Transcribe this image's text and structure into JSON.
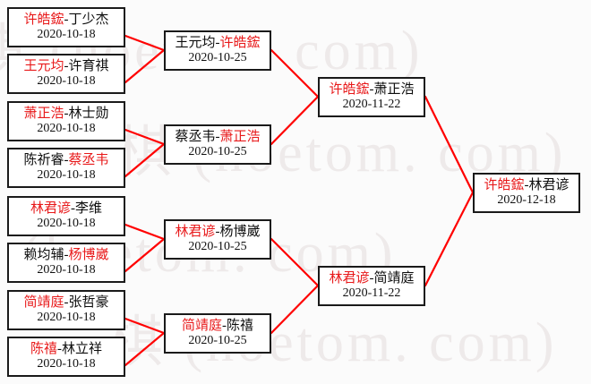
{
  "watermark": {
    "text": "棋 (hoetom. com)",
    "color": "#eeeaea"
  },
  "colors": {
    "winner": "#e8191a",
    "loser": "#0d0d0d",
    "connector": "#ff0000",
    "box_border": "#1a1a1a",
    "background": "#fbfbfb"
  },
  "bracket": {
    "separator": "-",
    "rounds": [
      {
        "name": "round-1",
        "date": "2020-10-18",
        "matches": [
          {
            "player1": "许皓鋐",
            "player2": "丁少杰",
            "winner": "player1",
            "date": "2020-10-18"
          },
          {
            "player1": "王元均",
            "player2": "许育祺",
            "winner": "player1",
            "date": "2020-10-18"
          },
          {
            "player1": "萧正浩",
            "player2": "林士勋",
            "winner": "player1",
            "date": "2020-10-18"
          },
          {
            "player1": "陈祈睿",
            "player2": "蔡丞韦",
            "winner": "player2",
            "date": "2020-10-18"
          },
          {
            "player1": "林君谚",
            "player2": "李维",
            "winner": "player1",
            "date": "2020-10-18"
          },
          {
            "player1": "赖均辅",
            "player2": "杨博崴",
            "winner": "player2",
            "date": "2020-10-18"
          },
          {
            "player1": "简靖庭",
            "player2": "张哲豪",
            "winner": "player1",
            "date": "2020-10-18"
          },
          {
            "player1": "陈禧",
            "player2": "林立祥",
            "winner": "player1",
            "date": "2020-10-18"
          }
        ]
      },
      {
        "name": "round-2",
        "date": "2020-10-25",
        "matches": [
          {
            "player1": "王元均",
            "player2": "许皓鋐",
            "winner": "player2",
            "date": "2020-10-25"
          },
          {
            "player1": "蔡丞韦",
            "player2": "萧正浩",
            "winner": "player2",
            "date": "2020-10-25"
          },
          {
            "player1": "林君谚",
            "player2": "杨博崴",
            "winner": "player1",
            "date": "2020-10-25"
          },
          {
            "player1": "简靖庭",
            "player2": "陈禧",
            "winner": "player1",
            "date": "2020-10-25"
          }
        ]
      },
      {
        "name": "round-3",
        "date": "2020-11-22",
        "matches": [
          {
            "player1": "许皓鋐",
            "player2": "萧正浩",
            "winner": "player1",
            "date": "2020-11-22"
          },
          {
            "player1": "林君谚",
            "player2": "简靖庭",
            "winner": "player1",
            "date": "2020-11-22"
          }
        ]
      },
      {
        "name": "final",
        "date": "2020-12-18",
        "matches": [
          {
            "player1": "许皓鋐",
            "player2": "林君谚",
            "winner": "player1",
            "date": "2020-12-18"
          }
        ]
      }
    ]
  }
}
